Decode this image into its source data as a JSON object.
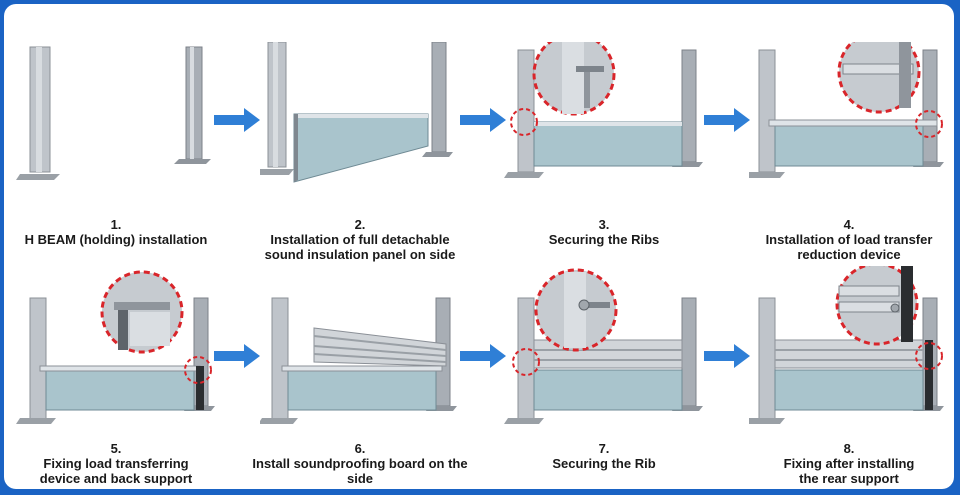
{
  "steps": [
    {
      "number": "1.",
      "lines": [
        "H BEAM (holding) installation"
      ],
      "variant": "posts"
    },
    {
      "number": "2.",
      "lines": [
        "Installation of full detachable",
        "sound insulation panel on side"
      ],
      "variant": "panel-tilt"
    },
    {
      "number": "3.",
      "lines": [
        "Securing the Ribs"
      ],
      "variant": "rib-left"
    },
    {
      "number": "4.",
      "lines": [
        "Installation of load transfer",
        "reduction device"
      ],
      "variant": "device-right"
    },
    {
      "number": "5.",
      "lines": [
        "Fixing load transferring",
        "device and back support"
      ],
      "variant": "support-right"
    },
    {
      "number": "6.",
      "lines": [
        "Install soundproofing board on the side"
      ],
      "variant": "board-tilt"
    },
    {
      "number": "7.",
      "lines": [
        "Securing the Rib"
      ],
      "variant": "rib-left-2"
    },
    {
      "number": "8.",
      "lines": [
        "Fixing after installing",
        "the rear support"
      ],
      "variant": "rear-right"
    }
  ],
  "colors": {
    "frame": "#1a63c4",
    "arrow": "#2f7fd6",
    "dashed_circle": "#d9252a",
    "panel_glass": "#a9c4cc",
    "steel": "#b9bec4"
  }
}
